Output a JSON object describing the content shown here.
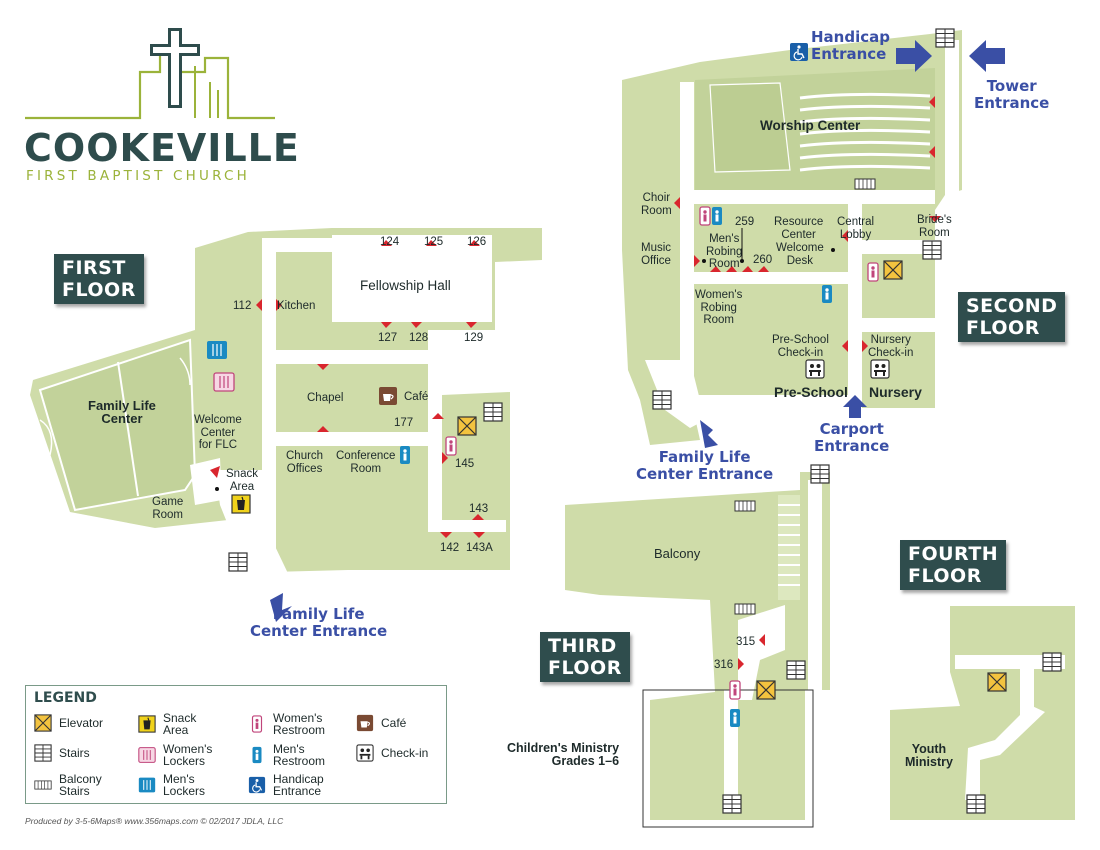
{
  "logo": {
    "title": "COOKEVILLE",
    "subtitle": "FIRST BAPTIST CHURCH"
  },
  "floors": {
    "first": "FIRST\nFLOOR",
    "second": "SECOND\nFLOOR",
    "third": "THIRD\nFLOOR",
    "fourth": "FOURTH\nFLOOR"
  },
  "first_floor": {
    "fellowship_hall": "Fellowship Hall",
    "family_life_center": "Family Life\nCenter",
    "kitchen": "Kitchen",
    "chapel": "Chapel",
    "cafe": "Café",
    "welcome_center": "Welcome\nCenter\nfor FLC",
    "snack_area": "Snack\nArea",
    "game_room": "Game\nRoom",
    "church_offices": "Church\nOffices",
    "conference_room": "Conference\nRoom",
    "rooms": {
      "r112": "112",
      "r124": "124",
      "r125": "125",
      "r126": "126",
      "r127": "127",
      "r128": "128",
      "r129": "129",
      "r177": "177",
      "r145": "145",
      "r143": "143",
      "r142": "142",
      "r143a": "143A"
    },
    "entrance": "Family Life\nCenter Entrance"
  },
  "second_floor": {
    "worship_center": "Worship Center",
    "choir_room": "Choir\nRoom",
    "music_office": "Music\nOffice",
    "mens_robing": "Men's\nRobing\nRoom",
    "womens_robing": "Women's\nRobing\nRoom",
    "r259": "259",
    "r260": "260",
    "resource_center": "Resource\nCenter",
    "central_lobby": "Central\nLobby",
    "welcome_desk": "Welcome\nDesk",
    "brides_room": "Bride's\nRoom",
    "preschool_checkin": "Pre-School\nCheck-in",
    "nursery_checkin": "Nursery\nCheck-in",
    "preschool": "Pre-School",
    "nursery": "Nursery",
    "handicap_entrance": "Handicap\nEntrance",
    "tower_entrance": "Tower\nEntrance",
    "carport_entrance": "Carport\nEntrance",
    "flc_entrance": "Family Life\nCenter Entrance"
  },
  "third_floor": {
    "balcony": "Balcony",
    "r315": "315",
    "r316": "316",
    "childrens_ministry": "Children's Ministry\nGrades 1–6"
  },
  "fourth_floor": {
    "youth_ministry": "Youth\nMinistry"
  },
  "legend": {
    "title": "LEGEND",
    "items": {
      "elevator": "Elevator",
      "stairs": "Stairs",
      "balcony_stairs": "Balcony\nStairs",
      "snack_area": "Snack\nArea",
      "womens_lockers": "Women's\nLockers",
      "mens_lockers": "Men's\nLockers",
      "womens_restroom": "Women's\nRestroom",
      "mens_restroom": "Men's\nRestroom",
      "handicap_entrance": "Handicap\nEntrance",
      "cafe": "Café",
      "checkin": "Check-in"
    }
  },
  "credit": "Produced by 3-5-6Maps®  www.356maps.com  © 02/2017 JDLA, LLC",
  "colors": {
    "floor": "#cfdca9",
    "floor_dark": "#c2d29a",
    "hall": "#ffffff",
    "tag": "#2f4d4d",
    "entrance": "#3a4fa5",
    "door": "#d9262e",
    "logo_green": "#9bb33a",
    "logo_dark": "#2e4c4c"
  }
}
